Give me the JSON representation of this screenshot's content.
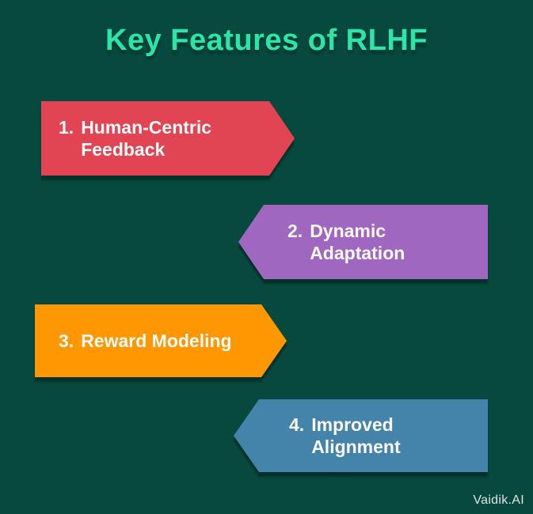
{
  "page": {
    "title": "Key Features of RLHF",
    "watermark": "Vaidik.AI"
  },
  "colors": {
    "background": "#07493F",
    "title_text": "#2CE6A7",
    "arrow_text": "#FCFBFA",
    "arrow_1": "#E14453",
    "arrow_2": "#A067C1",
    "arrow_3": "#FE9701",
    "arrow_4": "#4584AA"
  },
  "arrows": [
    {
      "number": "1.",
      "line1": "Human-Centric",
      "line2": "Feedback",
      "direction": "right",
      "color": "#E14453"
    },
    {
      "number": "2.",
      "line1": "Dynamic",
      "line2": "Adaptation",
      "direction": "left",
      "color": "#A067C1"
    },
    {
      "number": "3.",
      "line1": "Reward Modeling",
      "line2": "",
      "direction": "right",
      "color": "#FE9701"
    },
    {
      "number": "4.",
      "line1": "Improved",
      "line2": "Alignment",
      "direction": "left",
      "color": "#4584AA"
    }
  ]
}
